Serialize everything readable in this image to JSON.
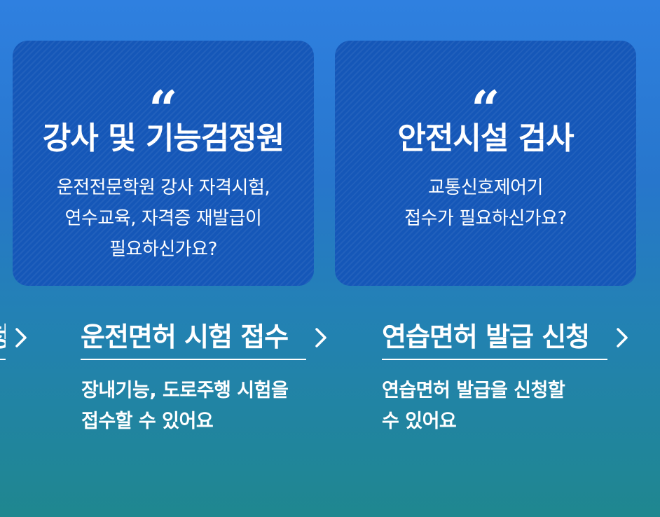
{
  "cards": [
    {
      "quote_glyph": "“",
      "title": "강사 및 기능검정원",
      "desc_lines": [
        "운전전문학원 강사 자격시험,",
        "연수교육, 자격증 재발급이",
        "필요하신가요?"
      ]
    },
    {
      "quote_glyph": "“",
      "title": "안전시설 검사",
      "desc_lines": [
        "교통신호제어기",
        "접수가 필요하신가요?"
      ]
    }
  ],
  "links": [
    {
      "label": "청",
      "desc_lines": []
    },
    {
      "label": "운전면허 시험 접수",
      "desc_lines": [
        "장내기능, 도로주행 시험을",
        "접수할 수 있어요"
      ]
    },
    {
      "label": "연습면허 발급 신청",
      "desc_lines": [
        "연습면허 발급을 신청할",
        "수 있어요"
      ]
    }
  ],
  "icons": {
    "arrow": "chevron-right-icon",
    "quote": "quote-icon"
  },
  "colors": {
    "card_bg": "#1557b8",
    "text": "#ffffff"
  }
}
